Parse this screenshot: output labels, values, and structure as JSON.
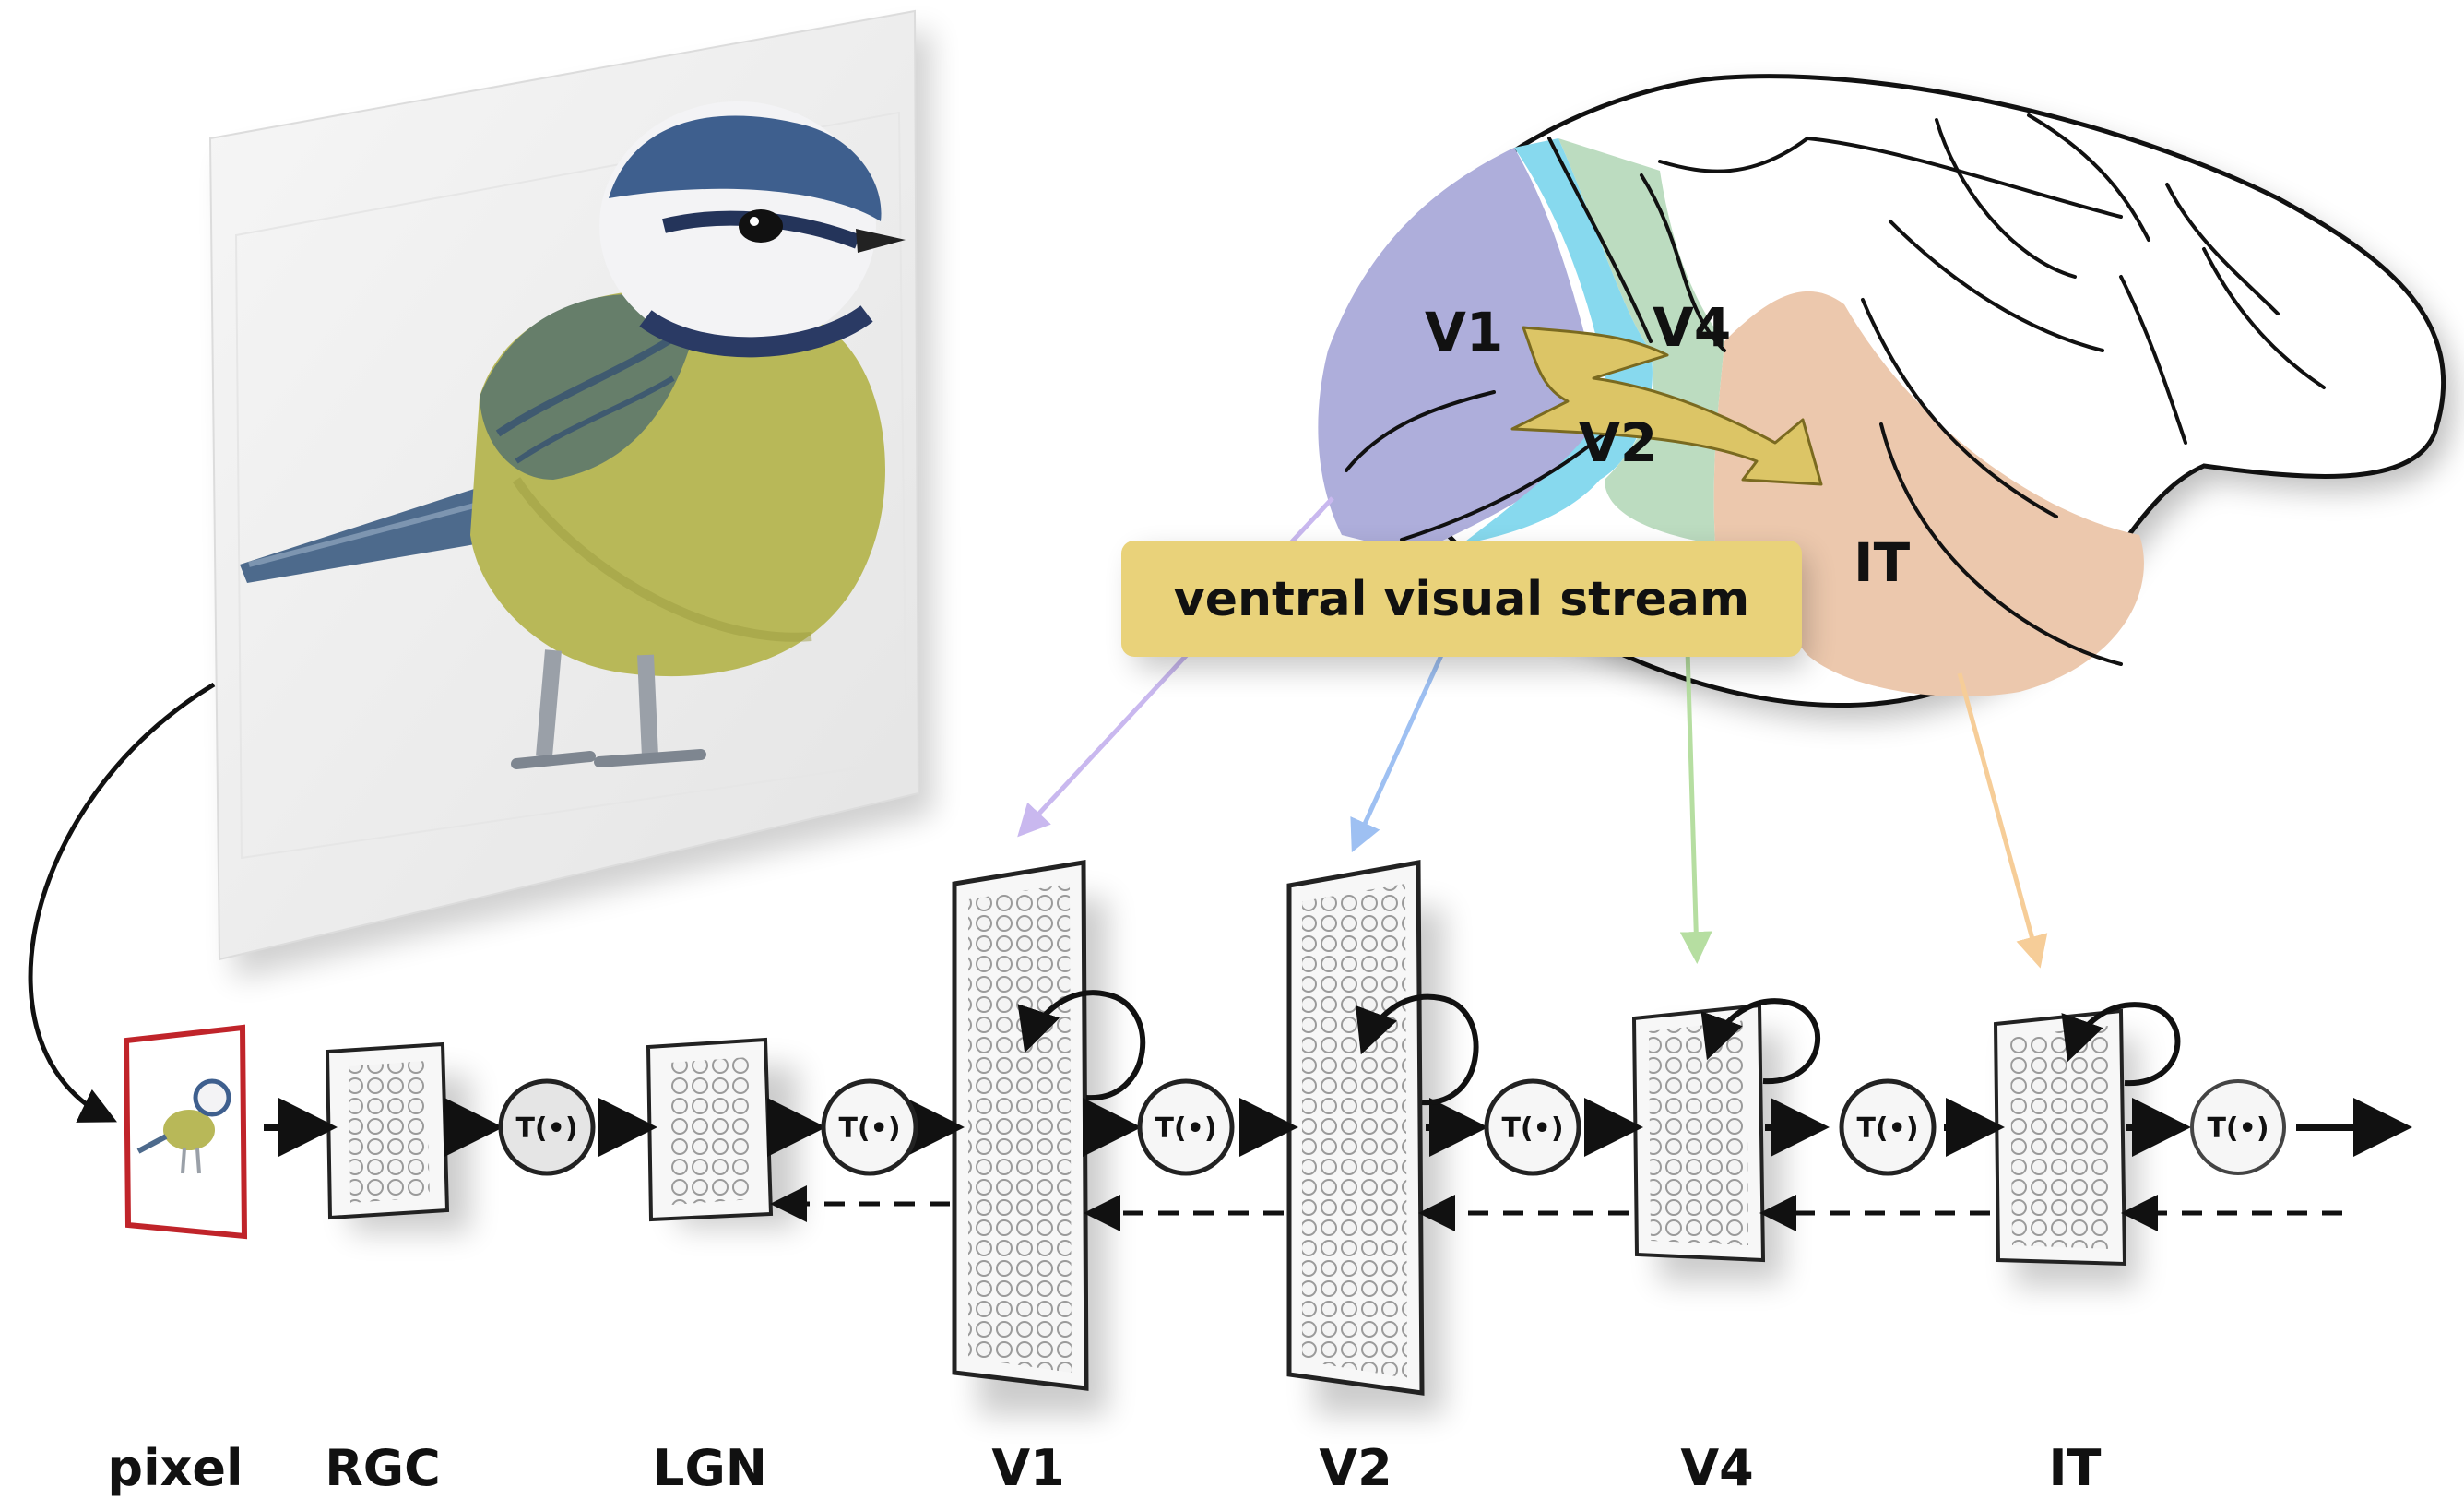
{
  "brain": {
    "areas": {
      "v1": "V1",
      "v2": "V2",
      "v4": "V4",
      "it": "IT"
    },
    "colors": {
      "v1": "#aeaedb",
      "v2": "#87d9ee",
      "v4": "#bcdcc0",
      "it": "#ecc8ad",
      "flow_arrow": "#dcc566"
    }
  },
  "callout": {
    "text": "ventral visual stream",
    "color": "#e9d27a"
  },
  "model": {
    "nonlinearity_label": "T(•)",
    "stages": [
      "pixel",
      "RGC",
      "LGN",
      "V1",
      "V2",
      "V4",
      "IT"
    ]
  },
  "mapping_colors": {
    "v1": "#c9b8ef",
    "v2": "#9ec0f2",
    "v4": "#b6dea1",
    "it": "#f6cd98"
  },
  "icons": [
    "bird-photo",
    "neuron-grid-layer",
    "recurrent-loop-arrow",
    "feedback-dashed-arrow"
  ]
}
